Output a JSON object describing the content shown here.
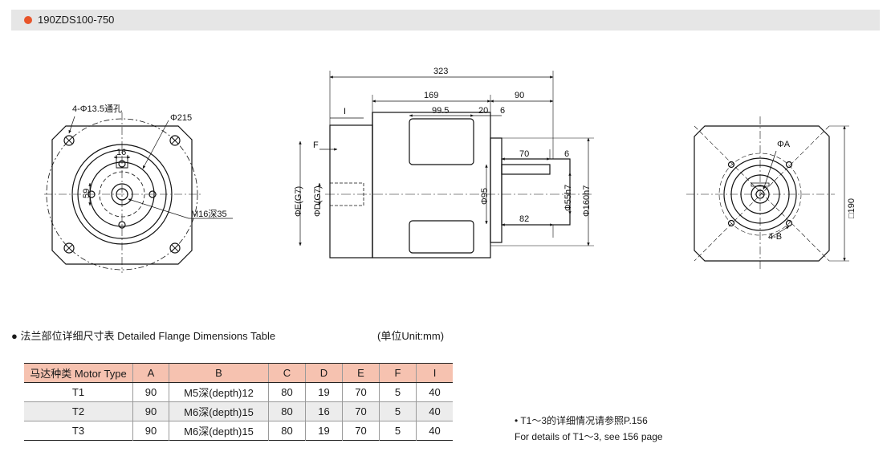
{
  "header": {
    "title": "190ZDS100-750",
    "dot_color": "#e8552a"
  },
  "front_view": {
    "labels": {
      "holes": "4-Φ13.5通孔",
      "outer_dia": "Φ215",
      "dim_16": "16",
      "dim_59": "59",
      "thread": "M16深35"
    }
  },
  "side_view": {
    "labels": {
      "d323": "323",
      "d169": "169",
      "d90": "90",
      "d99_5": "99.5",
      "d20": "20",
      "d6a": "6",
      "dI": "I",
      "dF": "F",
      "d70": "70",
      "d6b": "6",
      "d82": "82",
      "phiE": "ΦE(G7)",
      "phiD": "ΦD(G7)",
      "phi95": "Φ95",
      "phi55": "Φ55h7",
      "phi160": "Φ160h7"
    }
  },
  "rear_view": {
    "labels": {
      "phiA": "ΦA",
      "holesB": "4-B",
      "sq190": "□190"
    }
  },
  "table": {
    "title": "● 法兰部位详细尺寸表 Detailed Flange Dimensions Table",
    "unit": "(单位Unit:mm)",
    "header_color": "#f6c2b0",
    "columns": [
      "马达种类 Motor Type",
      "A",
      "B",
      "C",
      "D",
      "E",
      "F",
      "I"
    ],
    "rows": [
      [
        "T1",
        "90",
        "M5深(depth)12",
        "80",
        "19",
        "70",
        "5",
        "40"
      ],
      [
        "T2",
        "90",
        "M6深(depth)15",
        "80",
        "16",
        "70",
        "5",
        "40"
      ],
      [
        "T3",
        "90",
        "M6深(depth)15",
        "80",
        "19",
        "70",
        "5",
        "40"
      ]
    ]
  },
  "note": {
    "line1": "• T1～3的详细情况请参照P.156",
    "line2": "For details of T1～3, see 156 page"
  }
}
